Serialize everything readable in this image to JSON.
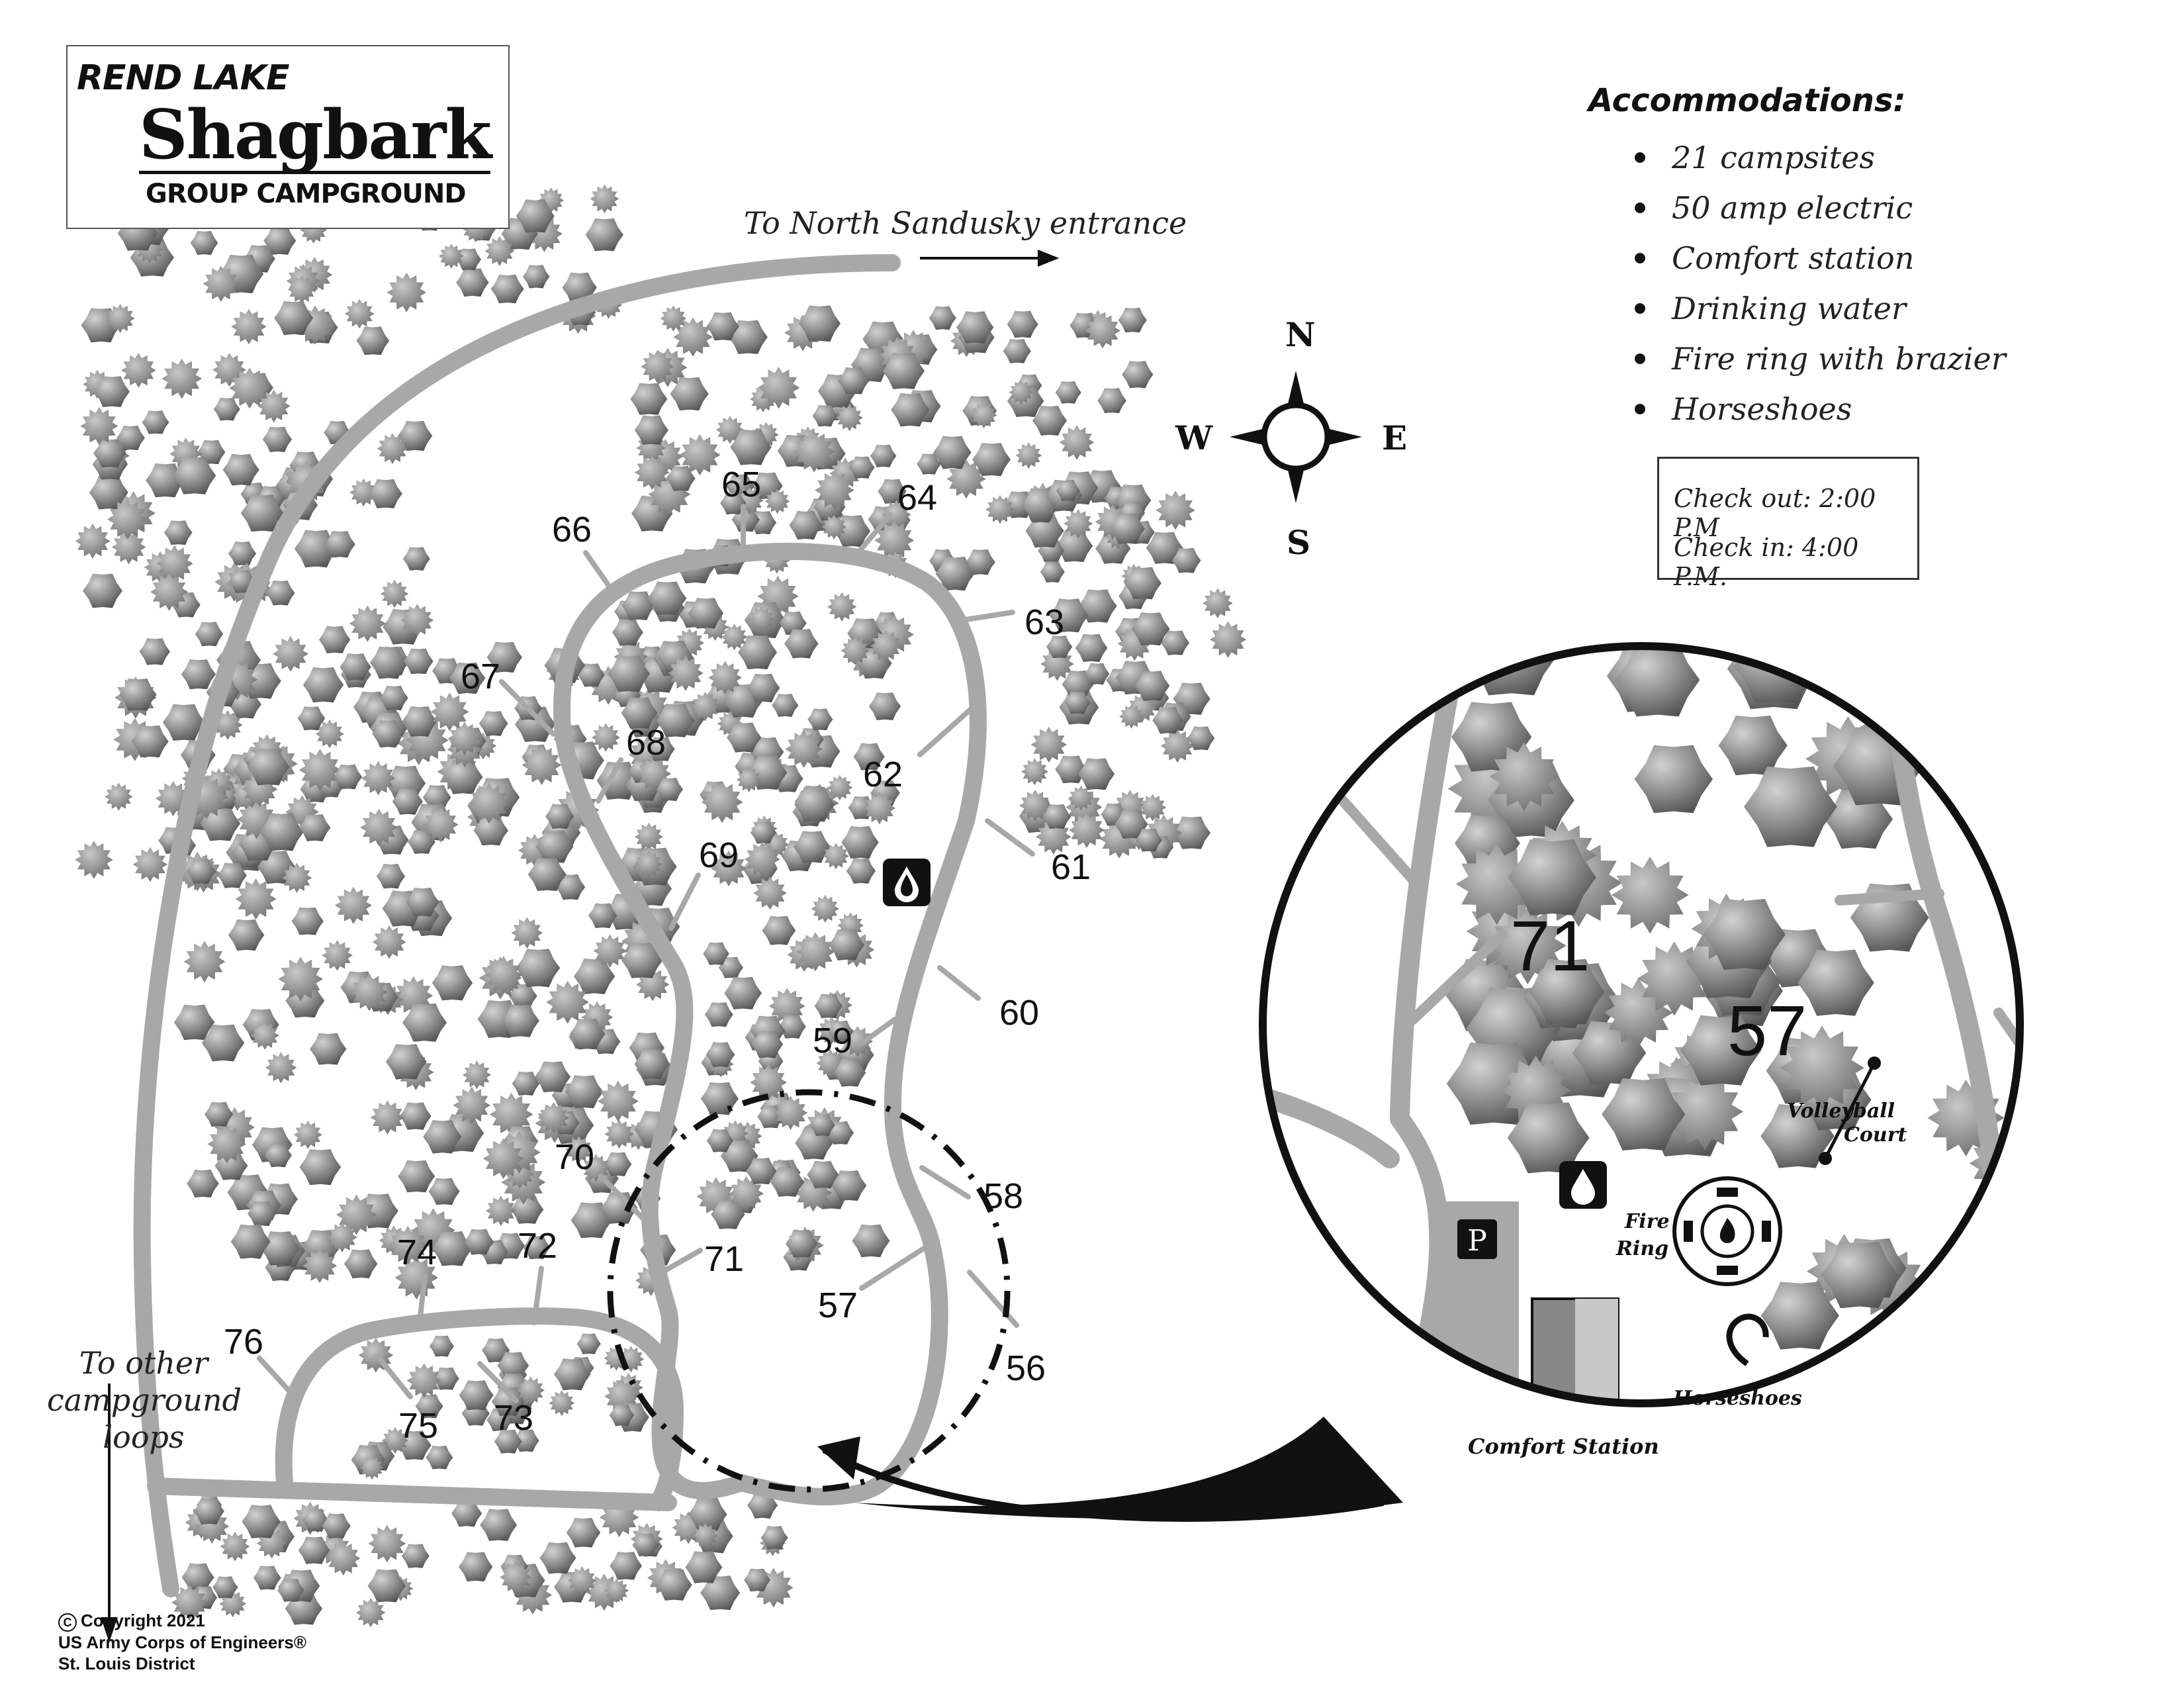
{
  "title": {
    "line1": "REND LAKE",
    "line2": "Shagbark",
    "line3": "GROUP CAMPGROUND"
  },
  "directions": {
    "north_entrance": "To North Sandusky entrance",
    "other_loops": [
      "To other",
      "campground",
      "loops"
    ]
  },
  "compass": {
    "north": "N",
    "south": "S",
    "east": "E",
    "west": "W"
  },
  "accommodations": {
    "heading": "Accommodations:",
    "items": [
      "21 campsites",
      "50 amp electric",
      "Comfort station",
      "Drinking water",
      "Fire ring with brazier",
      "Horseshoes"
    ]
  },
  "checkin": {
    "check_out": "Check out: 2:00 P.M",
    "check_in": "Check in: 4:00 P.M."
  },
  "campsites": [
    "56",
    "57",
    "58",
    "59",
    "60",
    "61",
    "62",
    "63",
    "64",
    "65",
    "66",
    "67",
    "68",
    "69",
    "70",
    "71",
    "72",
    "73",
    "74",
    "75",
    "76"
  ],
  "inset": {
    "site_left": "71",
    "site_right": "57",
    "volleyball": [
      "Volleyball",
      "Court"
    ],
    "fire_ring": [
      "Fire",
      "Ring"
    ],
    "horseshoes": "Horseshoes",
    "comfort_station": "Comfort Station",
    "parking": "P"
  },
  "copyright": {
    "line1": "Copyright 2021",
    "line2": "US Army Corps of Engineers®",
    "line3": "St. Louis District",
    "symbol": "C"
  },
  "colors": {
    "road": "#a8a8a8",
    "tree_dark": "#555555",
    "tree_light": "#b5b5b5",
    "ink": "#111111"
  },
  "icons": [
    "water-drop-icon",
    "parking-icon",
    "fire-ring-icon",
    "horseshoe-icon",
    "compass-rose-icon",
    "arrow-icon"
  ]
}
